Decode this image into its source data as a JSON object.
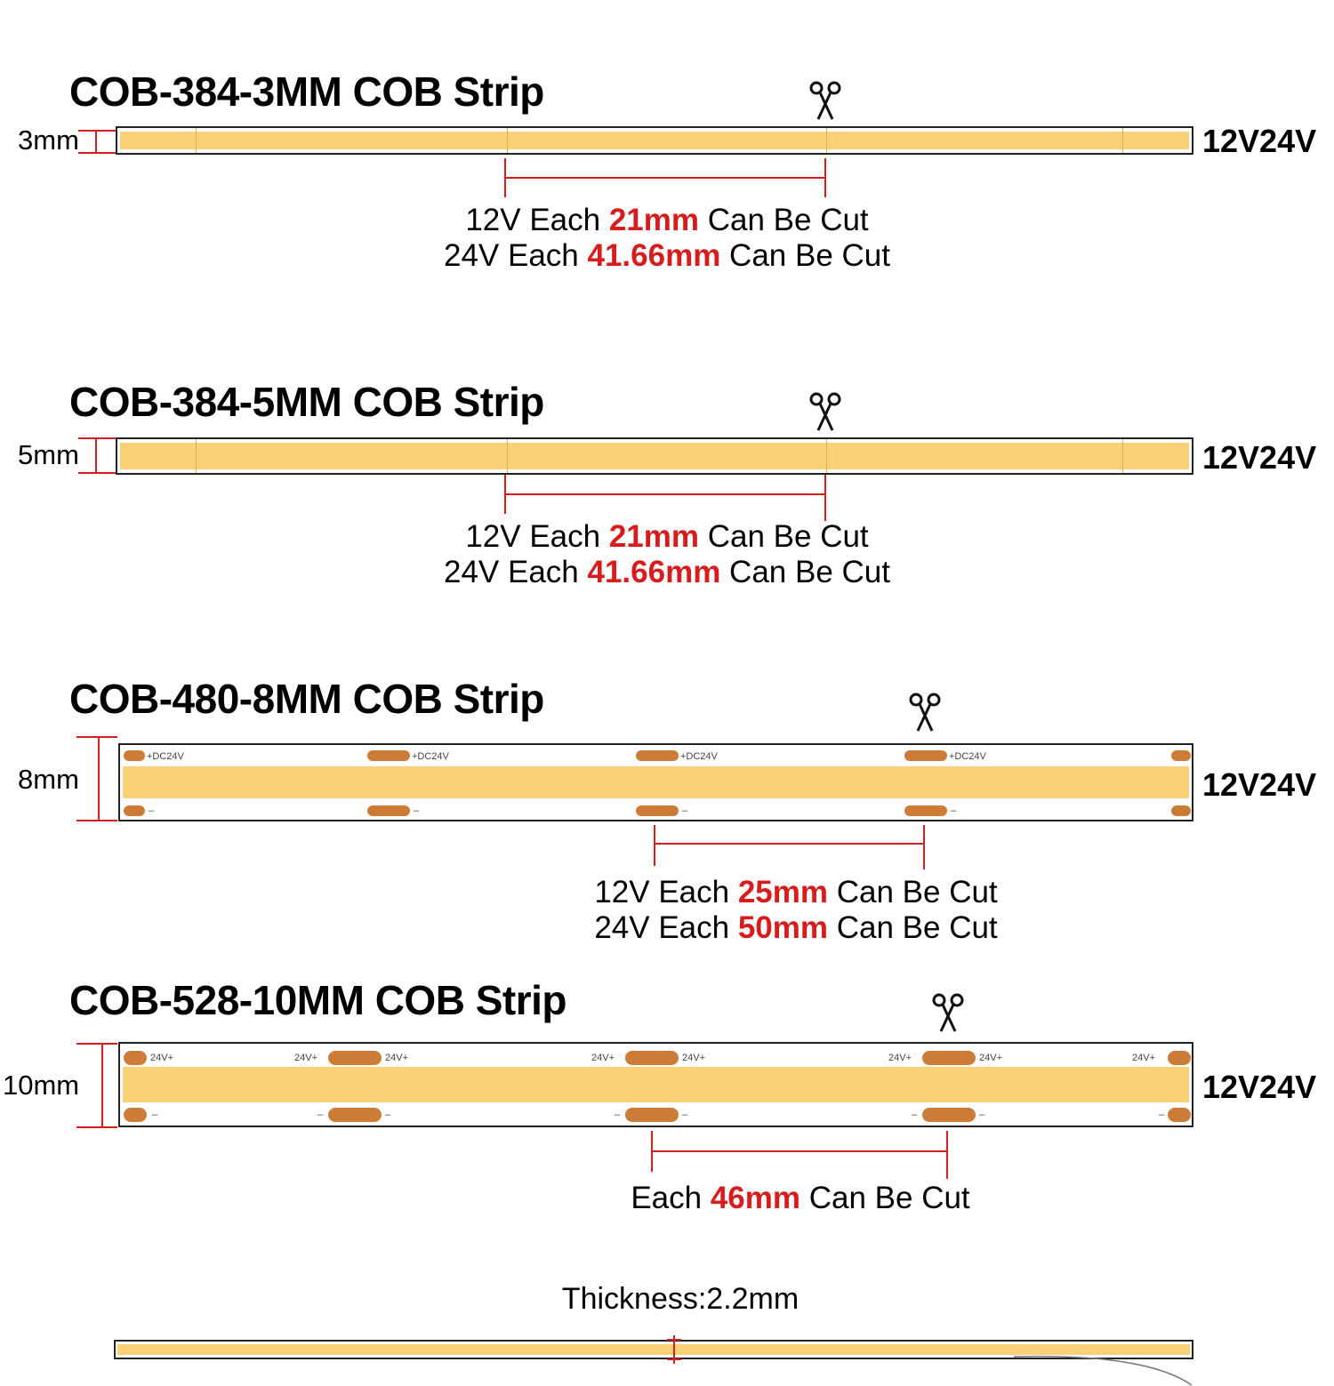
{
  "colors": {
    "strip_fill": "#fbd177",
    "strip_border": "#222222",
    "pad": "#cd7c37",
    "dimension_red": "#d31f1f",
    "highlight_red": "#d81c1c"
  },
  "strips": [
    {
      "title": "COB-384-3MM COB Strip",
      "width_label": "3mm",
      "voltage": "12V24V",
      "cut_lines": [
        {
          "prefix": "12V Each ",
          "value": "21mm",
          "suffix": " Can Be Cut"
        },
        {
          "prefix": "24V Each ",
          "value": "41.66mm",
          "suffix": " Can Be Cut"
        }
      ]
    },
    {
      "title": "COB-384-5MM COB Strip",
      "width_label": "5mm",
      "voltage": "12V24V",
      "cut_lines": [
        {
          "prefix": "12V Each ",
          "value": "21mm",
          "suffix": " Can Be Cut"
        },
        {
          "prefix": "24V Each ",
          "value": "41.66mm",
          "suffix": " Can Be Cut"
        }
      ]
    },
    {
      "title": "COB-480-8MM COB Strip",
      "width_label": "8mm",
      "voltage": "12V24V",
      "pad_label_top": "+DC24V",
      "pad_label_bottom": "–",
      "cut_lines": [
        {
          "prefix": "12V Each ",
          "value": "25mm",
          "suffix": " Can Be Cut"
        },
        {
          "prefix": "24V Each ",
          "value": "50mm",
          "suffix": " Can Be Cut"
        }
      ]
    },
    {
      "title": "COB-528-10MM COB Strip",
      "width_label": "10mm",
      "voltage": "12V24V",
      "pad_label_top": "24V+",
      "pad_label_bottom": "–",
      "cut_lines": [
        {
          "prefix": "Each ",
          "value": "46mm",
          "suffix": " Can Be Cut"
        }
      ]
    }
  ],
  "thickness": {
    "label": "Thickness:2.2mm"
  }
}
